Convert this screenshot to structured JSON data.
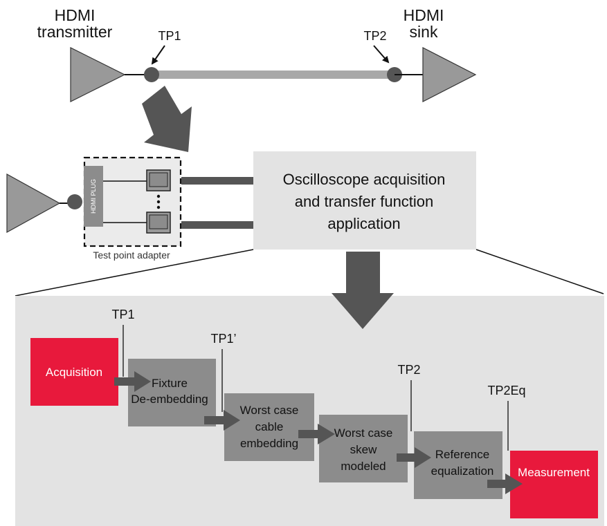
{
  "top_diagram": {
    "transmitter_label_line1": "HDMI",
    "transmitter_label_line2": "transmitter",
    "sink_label_line1": "HDMI",
    "sink_label_line2": "sink",
    "tp1_label": "TP1",
    "tp2_label": "TP2"
  },
  "adapter": {
    "plug_label": "HDMI PLUG",
    "caption": "Test point adapter"
  },
  "scope_box": {
    "line1": "Oscilloscope acquisition",
    "line2": "and transfer function",
    "line3": "application"
  },
  "flow": {
    "acquisition": "Acquisition",
    "fixture_line1": "Fixture",
    "fixture_line2": "De-embedding",
    "cable_line1": "Worst case",
    "cable_line2": "cable",
    "cable_line3": "embedding",
    "skew_line1": "Worst case",
    "skew_line2": "skew",
    "skew_line3": "modeled",
    "eq_line1": "Reference",
    "eq_line2": "equalization",
    "measurement": "Measurement",
    "tp1": "TP1",
    "tp1_prime": "TP1’",
    "tp2": "TP2",
    "tp2eq": "TP2Eq"
  },
  "colors": {
    "accent_red": "#e8193c",
    "block_gray": "#8c8c8c",
    "panel_gray": "#e3e3e3",
    "arrow_dark": "#555555",
    "triangle_gray": "#999999",
    "cable_gray": "#a8a8a8"
  }
}
